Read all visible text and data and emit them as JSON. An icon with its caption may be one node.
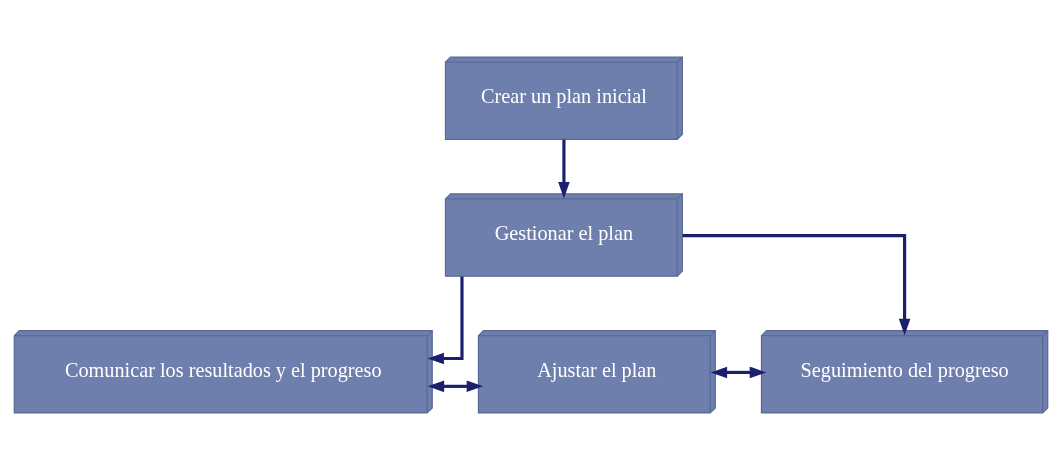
{
  "diagram": {
    "nodes": [
      {
        "text": [
          "Crear un plan inicial"
        ]
      },
      {
        "text": [
          "Gestionar el plan"
        ]
      },
      {
        "text": [
          "Comunicar los resultados y el progreso"
        ]
      },
      {
        "text": [
          "Ajustar el plan"
        ]
      },
      {
        "text": [
          "Seguimiento del progreso"
        ]
      }
    ],
    "edges": [
      {
        "from": 0,
        "to": 1,
        "arrow": "to"
      },
      {
        "from": 1,
        "to": 2,
        "arrow": "to"
      },
      {
        "from": 1,
        "to": 4,
        "arrow": "to"
      },
      {
        "from": 2,
        "to": 3,
        "arrow": "both"
      },
      {
        "from": 3,
        "to": 4,
        "arrow": "both"
      }
    ]
  }
}
